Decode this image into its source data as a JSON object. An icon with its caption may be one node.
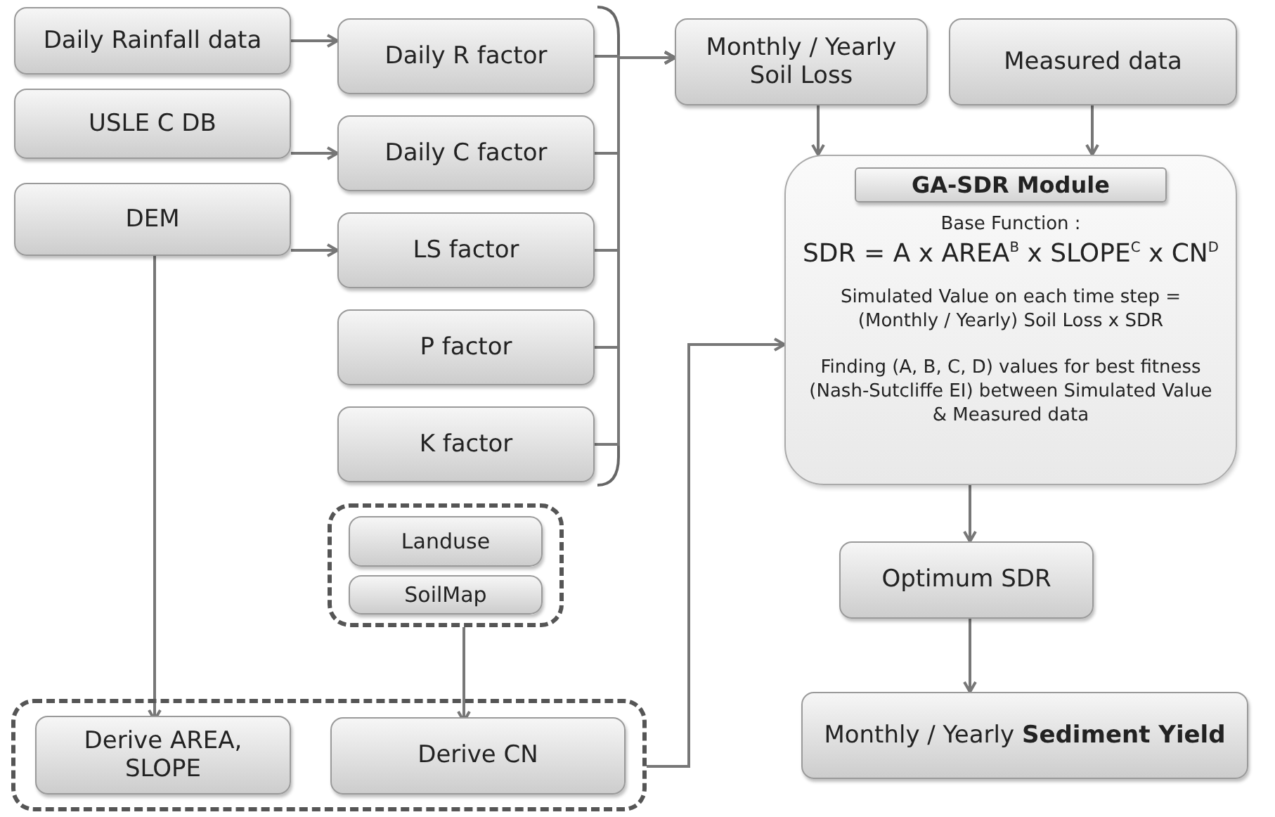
{
  "diagram": {
    "nodes": [
      {
        "text": [
          "Daily Rainfall data"
        ]
      },
      {
        "text": [
          "Daily R factor"
        ]
      },
      {
        "text": [
          "USLE C DB"
        ]
      },
      {
        "text": [
          "Daily C factor"
        ]
      },
      {
        "text": [
          "DEM"
        ]
      },
      {
        "text": [
          "LS factor"
        ]
      },
      {
        "text": [
          "P factor"
        ]
      },
      {
        "text": [
          "K factor"
        ]
      },
      {
        "text": [],
        "shape": "box"
      },
      {
        "text": [
          "Landuse"
        ],
        "in": 8
      },
      {
        "text": [
          "SoilMap"
        ],
        "in": 8
      },
      {
        "text": [],
        "shape": "box"
      },
      {
        "text": [
          "Derive AREA, SLOPE"
        ],
        "in": 11
      },
      {
        "text": [
          "Derive CN"
        ],
        "in": 11
      },
      {
        "text": [
          "Monthly / Yearly Soil Loss"
        ]
      },
      {
        "text": [
          "Measured data"
        ]
      },
      {
        "text": [
          "GA-SDR Module",
          "Base Function :",
          "SDR = A x AREA$^{B}$ x SLOPE$^{C}$ x CN$^{D}$",
          "Simulated Value on each time step = (Monthly / Yearly) Soil Loss x SDR",
          "Finding (A, B, C, D) values for best fitness (Nash-Sutcliffe EI) between Simulated Value & Measured data"
        ]
      },
      {
        "text": [
          "Optimum SDR"
        ]
      },
      {
        "text": [
          "Monthly / Yearly **Sediment Yield**"
        ]
      }
    ],
    "edges": [
      {
        "from": 0,
        "to": 1,
        "arrow": "to"
      },
      {
        "from": 2,
        "to": 3,
        "arrow": "to"
      },
      {
        "from": 4,
        "to": 5,
        "arrow": "to"
      },
      {
        "from": 1,
        "to": 14,
        "arrow": "to"
      },
      {
        "from": 3,
        "to": 14,
        "arrow": "to"
      },
      {
        "from": 5,
        "to": 14,
        "arrow": "to"
      },
      {
        "from": 6,
        "to": 14,
        "arrow": "to"
      },
      {
        "from": 7,
        "to": 14,
        "arrow": "to"
      },
      {
        "from": 14,
        "to": 16,
        "arrow": "to"
      },
      {
        "from": 15,
        "to": 16,
        "arrow": "to"
      },
      {
        "from": 4,
        "to": 12,
        "arrow": "to"
      },
      {
        "from": 8,
        "to": 13,
        "arrow": "to"
      },
      {
        "from": 11,
        "to": 16,
        "arrow": "to"
      },
      {
        "from": 16,
        "to": 17,
        "arrow": "to"
      },
      {
        "from": 17,
        "to": 18,
        "arrow": "to"
      }
    ]
  }
}
